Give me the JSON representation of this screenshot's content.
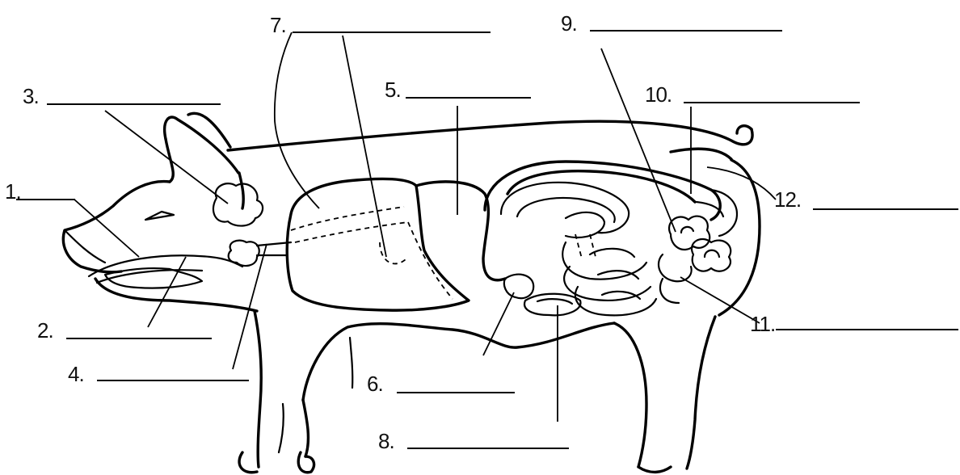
{
  "labels": [
    {
      "id": "1",
      "text": "1."
    },
    {
      "id": "2",
      "text": "2."
    },
    {
      "id": "3",
      "text": "3."
    },
    {
      "id": "4",
      "text": "4."
    },
    {
      "id": "5",
      "text": "5."
    },
    {
      "id": "6",
      "text": "6."
    },
    {
      "id": "7",
      "text": "7."
    },
    {
      "id": "8",
      "text": "8."
    },
    {
      "id": "9",
      "text": "9."
    },
    {
      "id": "10",
      "text": "10."
    },
    {
      "id": "11",
      "text": "11."
    },
    {
      "id": "12",
      "text": "12."
    }
  ]
}
